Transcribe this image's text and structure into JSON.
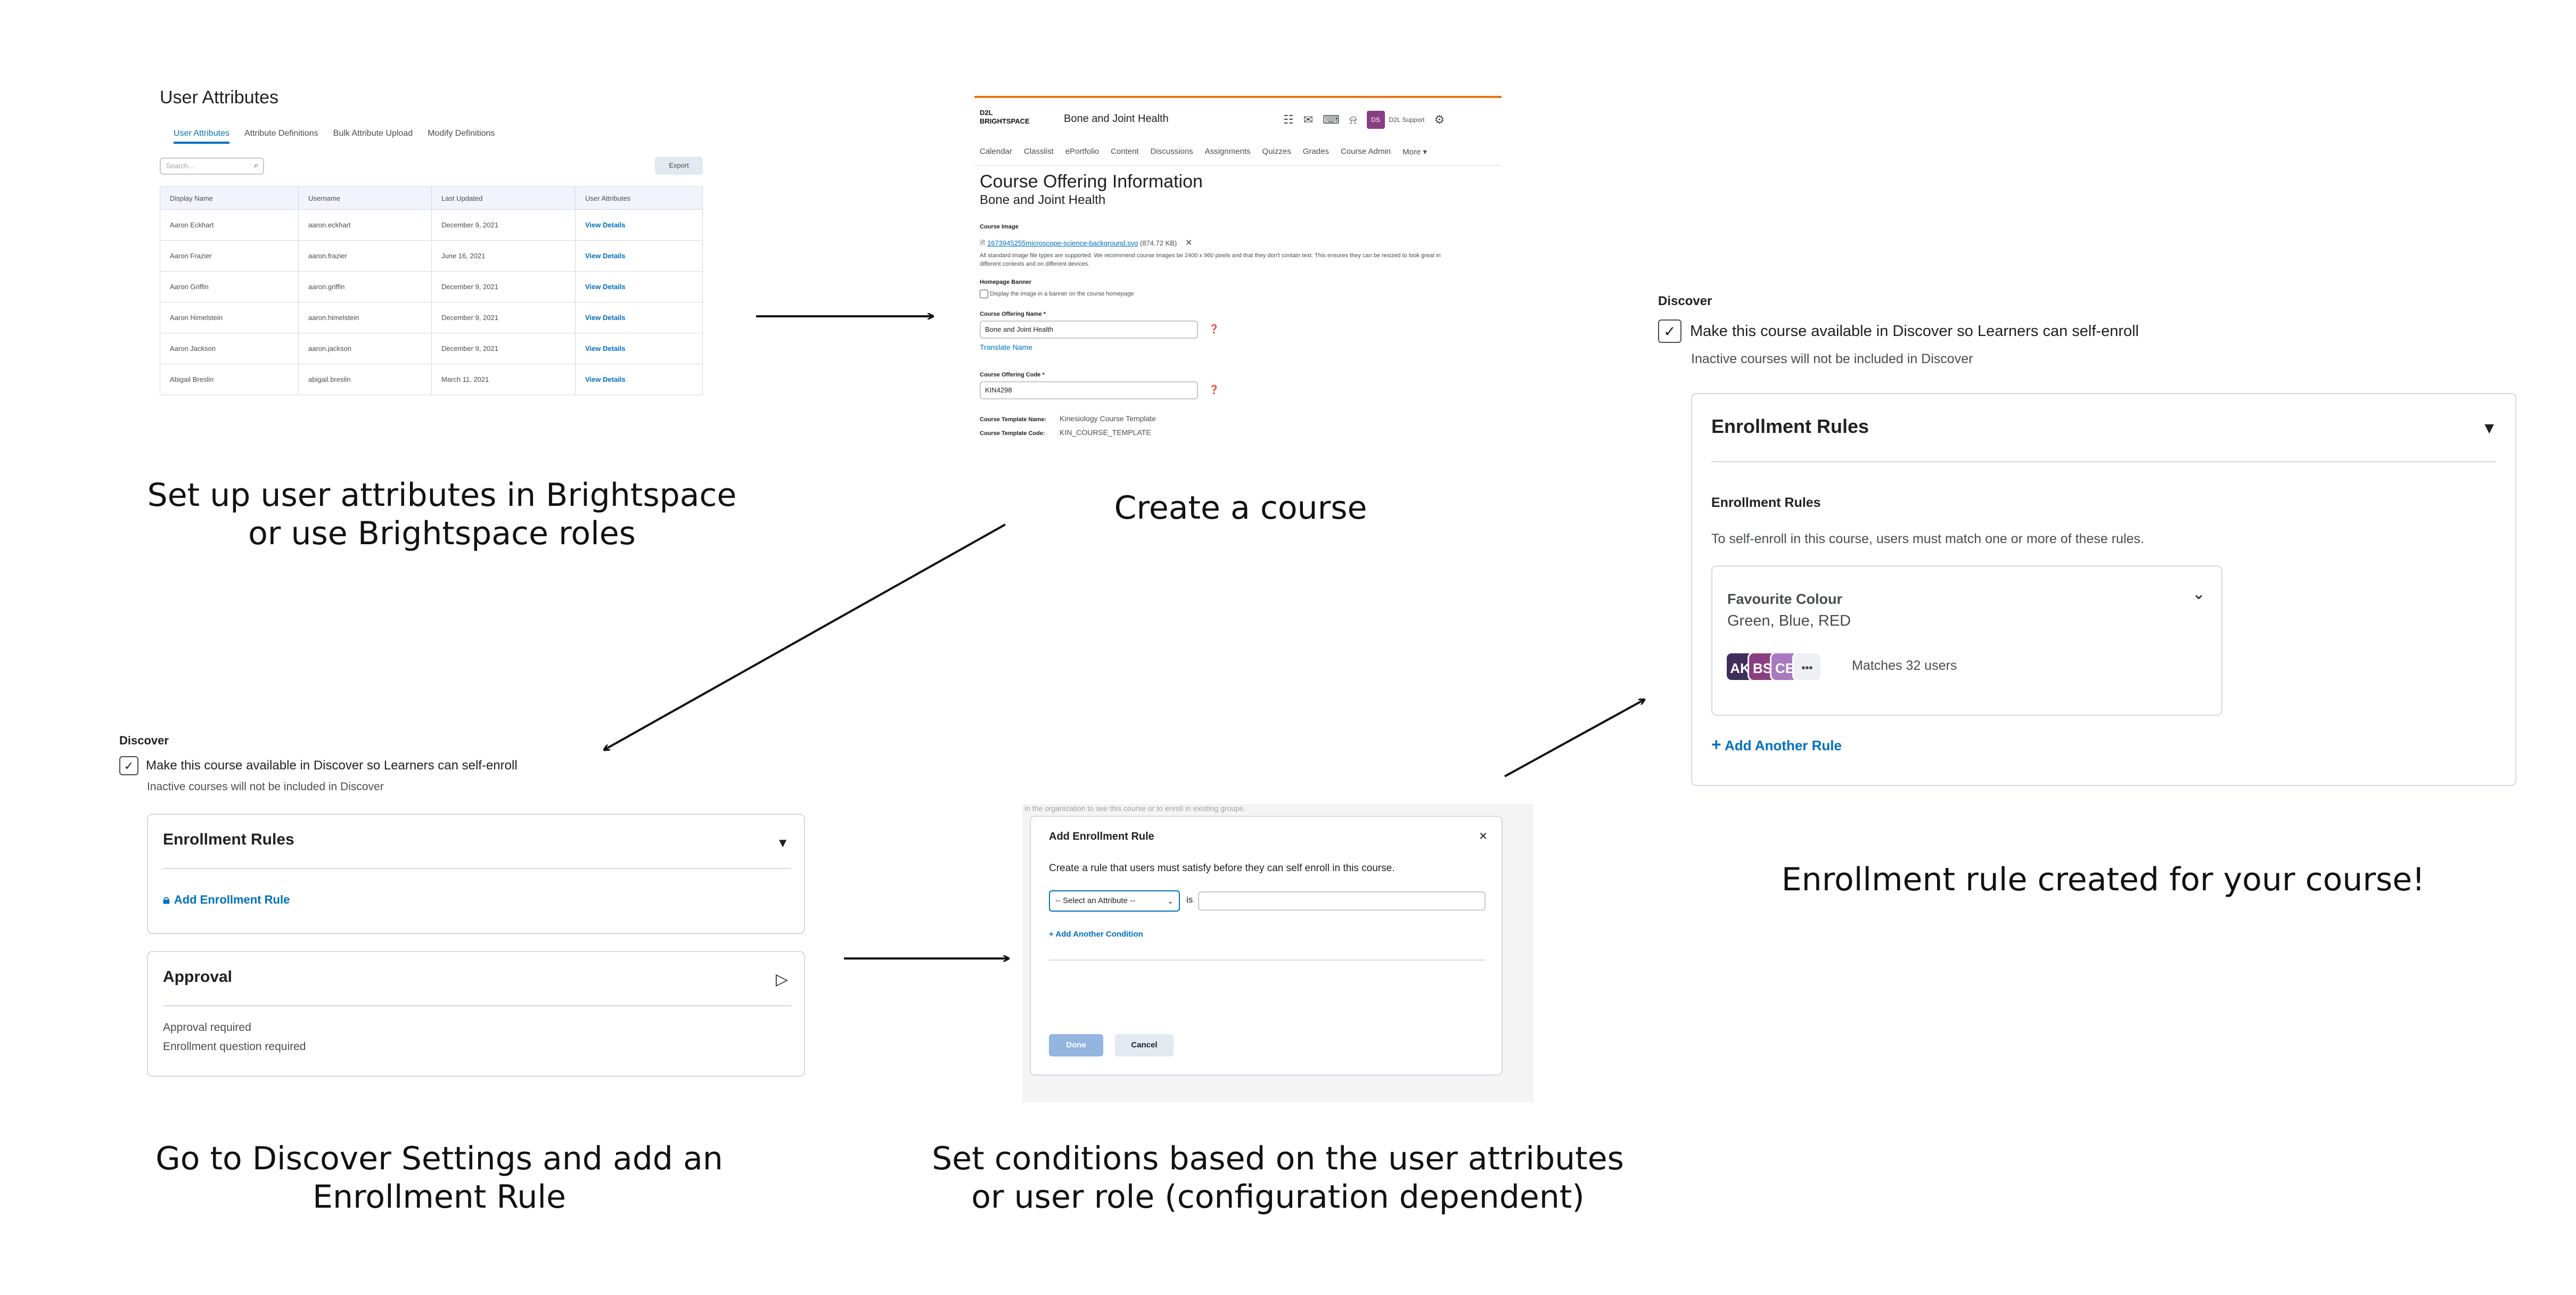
{
  "captions": {
    "step1": "Set up user attributes in Brightspace or use Brightspace roles",
    "step2": "Create a course",
    "step3": "Go to Discover Settings and add an Enrollment Rule",
    "step4": "Set conditions based on the user attributes or user role (configuration dependent)",
    "step5": "Enrollment rule created for your course!"
  },
  "user_attributes": {
    "title": "User Attributes",
    "tabs": [
      "User Attributes",
      "Attribute Definitions",
      "Bulk Attribute Upload",
      "Modify Definitions"
    ],
    "search_placeholder": "Search...",
    "export_label": "Export",
    "columns": [
      "Display Name",
      "Username",
      "Last Updated",
      "User Attributes"
    ],
    "rows": [
      [
        "Aaron Eckhart",
        "aaron.eckhart",
        "December 9, 2021",
        "View Details"
      ],
      [
        "Aaron Frazier",
        "aaron.frazier",
        "June 16, 2021",
        "View Details"
      ],
      [
        "Aaron Griffin",
        "aaron.griffin",
        "December 9, 2021",
        "View Details"
      ],
      [
        "Aaron Himelstein",
        "aaron.himelstein",
        "December 9, 2021",
        "View Details"
      ],
      [
        "Aaron Jackson",
        "aaron.jackson",
        "December 9, 2021",
        "View Details"
      ],
      [
        "Abigail Breslin",
        "abigail.breslin",
        "March 11, 2021",
        "View Details"
      ]
    ]
  },
  "course": {
    "logo_line1": "D2L",
    "logo_line2": "BRIGHTSPACE",
    "course_name": "Bone and Joint Health",
    "user_initials": "DS",
    "user_name": "D2L Support",
    "nav": [
      "Calendar",
      "Classlist",
      "ePortfolio",
      "Content",
      "Discussions",
      "Assignments",
      "Quizzes",
      "Grades",
      "Course Admin",
      "More ▾"
    ],
    "heading": "Course Offering Information",
    "subheading": "Bone and Joint Health",
    "image_label": "Course Image",
    "image_file": "1673945255microscope-science-background.svg",
    "image_size": "(874.72 KB)",
    "image_note": "All standard image file types are supported. We recommend course images be 2400 x 960 pixels and that they don't contain text. This ensures they can be resized to look great in different contexts and on different devices.",
    "banner_label": "Homepage Banner",
    "banner_checkbox": "Display the image in a banner on the course homepage",
    "name_label": "Course Offering Name *",
    "name_value": "Bone and Joint Health",
    "translate_link": "Translate Name",
    "code_label": "Course Offering Code *",
    "code_value": "KIN4298",
    "template_name_label": "Course Template Name:",
    "template_name_value": "Kinesiology Course Template",
    "template_code_label": "Course Template Code:",
    "template_code_value": "KIN_COURSE_TEMPLATE"
  },
  "discover_settings": {
    "section_label": "Discover",
    "checkbox_label": "Make this course available in Discover so Learners can self-enroll",
    "inactive_note": "Inactive courses will not be included in Discover",
    "enrollment_title": "Enrollment Rules",
    "add_rule_label": "Add Enrollment Rule",
    "approval_title": "Approval",
    "approval_line1": "Approval required",
    "approval_line2": "Enrollment question required"
  },
  "modal": {
    "bg_text": "in the organization to see this course or to enroll in existing groups.",
    "title": "Add Enrollment Rule",
    "description": "Create a rule that users must satisfy before they can self enroll in this course.",
    "select_placeholder": "-- Select an Attribute --",
    "operator": "is",
    "add_condition": "Add Another Condition",
    "done_label": "Done",
    "cancel_label": "Cancel"
  },
  "result": {
    "section_label": "Discover",
    "checkbox_label": "Make this course available in Discover so Learners can self-enroll",
    "inactive_note": "Inactive courses will not be included in Discover",
    "card_title": "Enrollment Rules",
    "sub_title": "Enrollment Rules",
    "rule_intro": "To self-enroll in this course, users must match one or more of these rules.",
    "rule_name": "Favourite Colour",
    "rule_values": "Green, Blue, RED",
    "avatars": [
      "AK",
      "BS",
      "CE"
    ],
    "more_glyph": "•••",
    "matches": "Matches 32 users",
    "add_another": "Add Another Rule"
  },
  "colors": {
    "accent_blue": "#006fbf",
    "brand_orange": "#e87511",
    "avatar_purple": "#8a3e82"
  }
}
